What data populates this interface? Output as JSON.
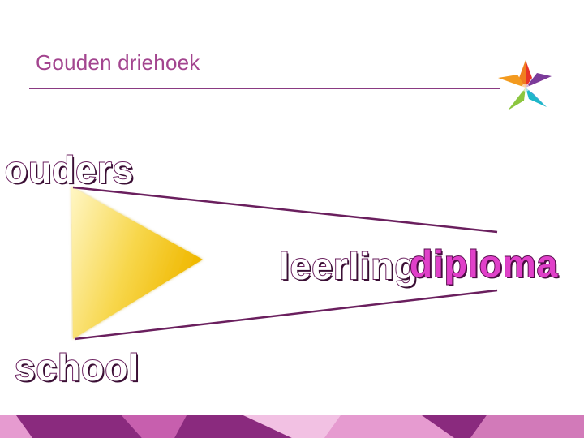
{
  "slide": {
    "title": "Gouden driehoek"
  },
  "diagram": {
    "words": {
      "ouders": "ouders",
      "school": "school",
      "leerling": "leerling",
      "diploma": "diploma"
    }
  },
  "colors": {
    "title": "#a3458f",
    "rule": "#8a3a82",
    "triangle_light": "#fff4b8",
    "triangle_dark": "#f2c200",
    "diploma": "#e040c9",
    "band_dark": "#8a2a7e",
    "band_light": "#e69bd0"
  },
  "icons": {
    "logo": "multicolor-star-logo"
  }
}
